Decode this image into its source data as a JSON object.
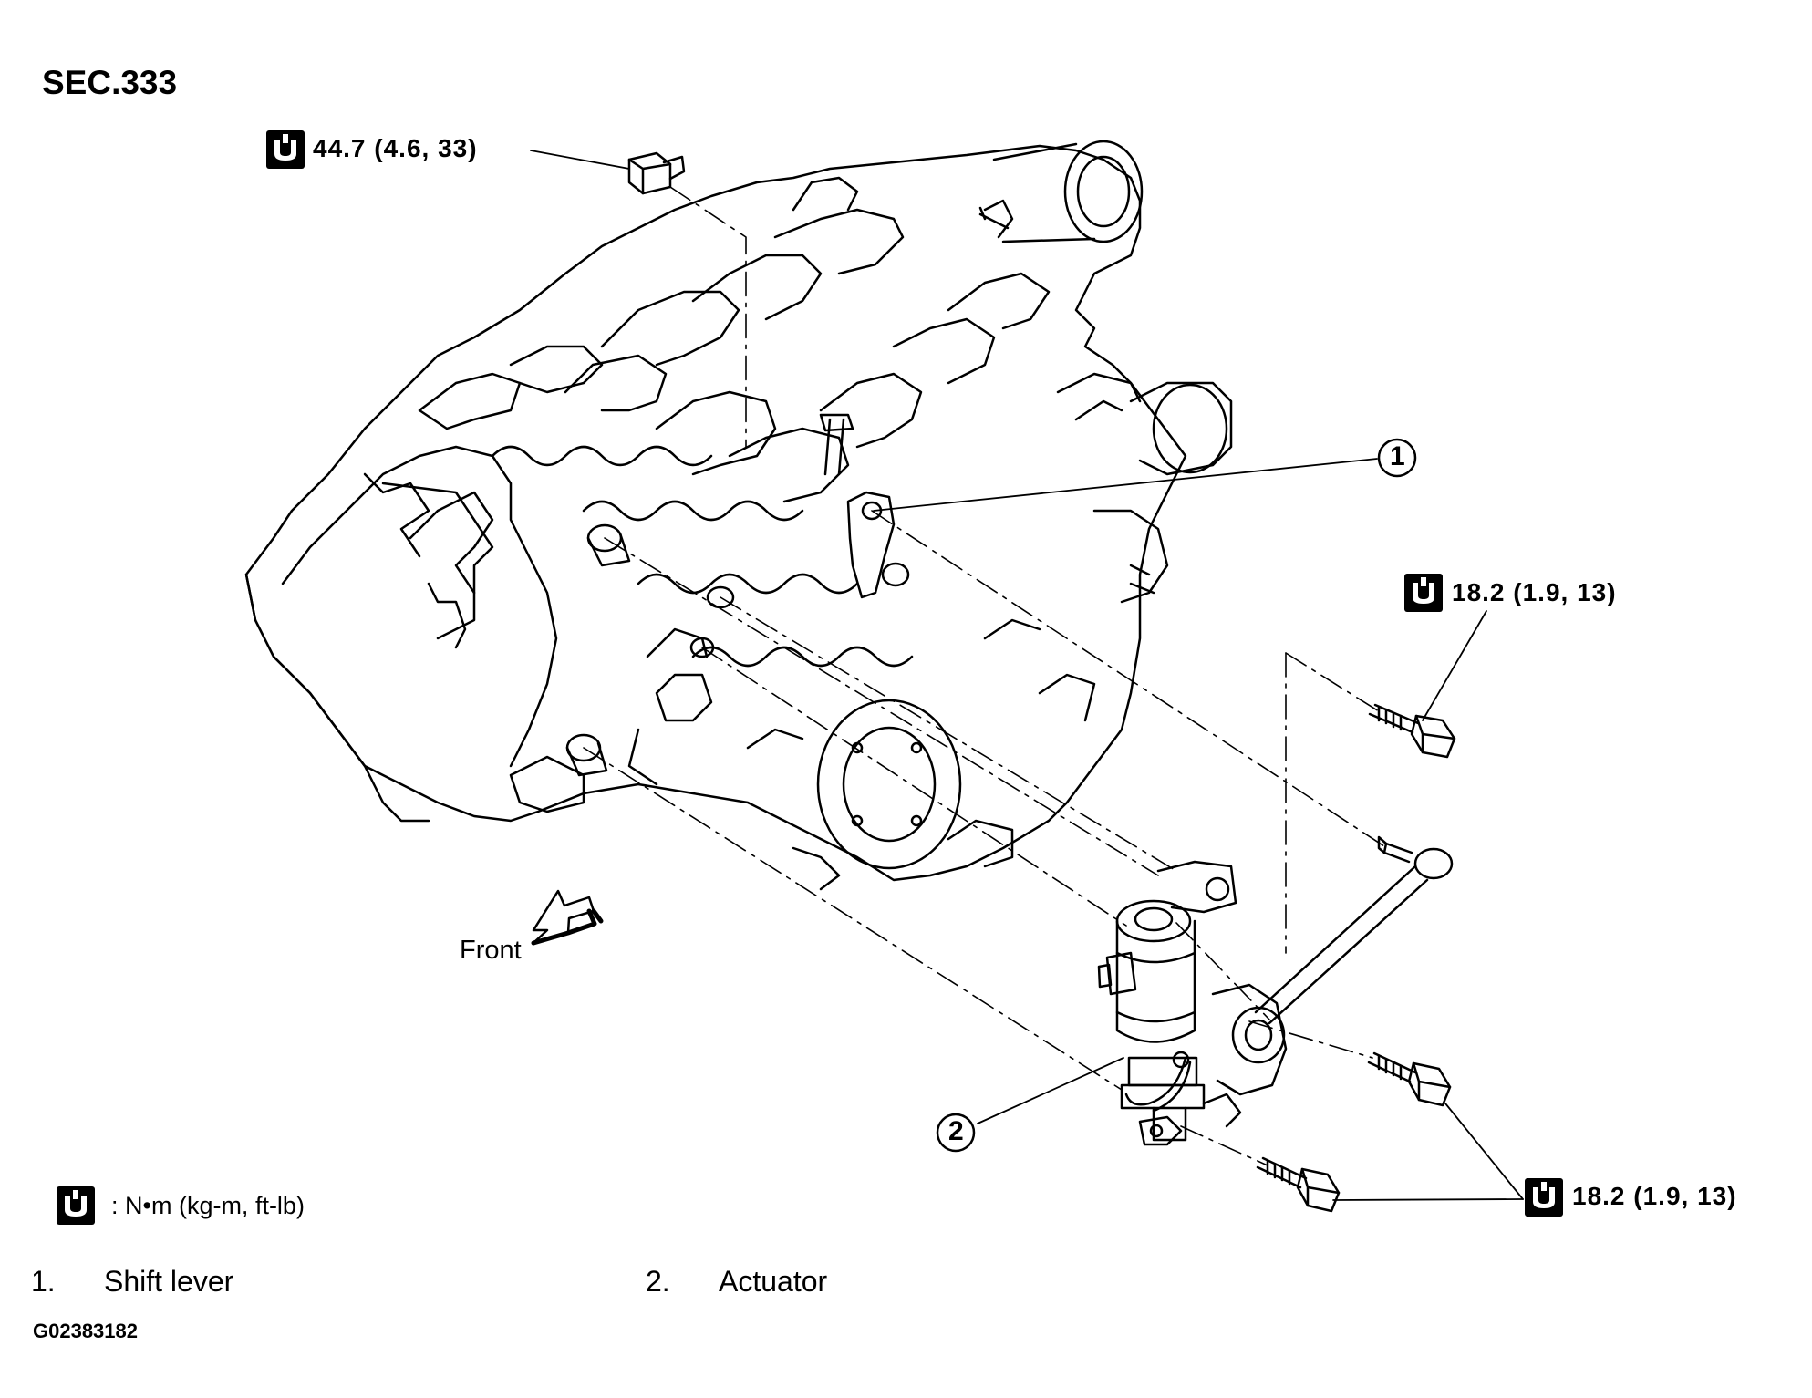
{
  "section": "SEC.333",
  "torques": {
    "top": "44.7  (4.6,  33)",
    "right": "18.2  (1.9,  13)",
    "bottom": "18.2  (1.9,  13)"
  },
  "legend": {
    "unit": ": N•m   (kg-m,   ft-lb)"
  },
  "front_label": "Front",
  "callouts": [
    "1",
    "2"
  ],
  "parts": [
    {
      "num": "1.",
      "label": "Shift lever"
    },
    {
      "num": "2.",
      "label": "Actuator"
    }
  ],
  "figure_id": "G02383182",
  "icons": [
    "torque-wrench-icon",
    "front-arrow-icon"
  ]
}
